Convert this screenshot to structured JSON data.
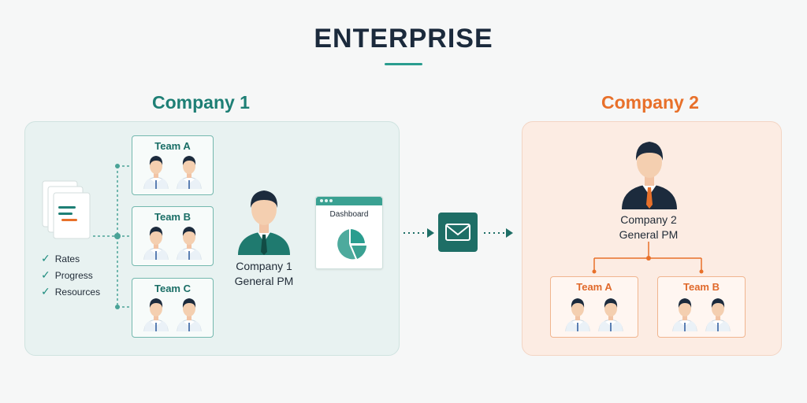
{
  "title": "ENTERPRISE",
  "company1": {
    "heading": "Company 1",
    "teams": [
      "Team A",
      "Team B",
      "Team C"
    ],
    "checklist": [
      "Rates",
      "Progress",
      "Resources"
    ],
    "pm_line1": "Company 1",
    "pm_line2": "General PM",
    "dashboard_label": "Dashboard"
  },
  "company2": {
    "heading": "Company 2",
    "pm_line1": "Company 2",
    "pm_line2": "General PM",
    "teams": [
      "Team A",
      "Team B"
    ]
  },
  "colors": {
    "teal": "#1e7f75",
    "orange": "#e8702a",
    "dark": "#1b2a3c"
  }
}
